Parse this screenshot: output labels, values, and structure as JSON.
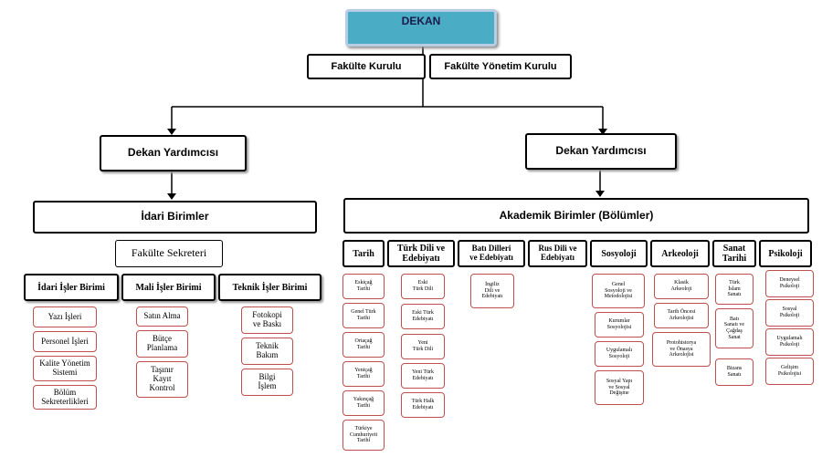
{
  "top": {
    "dekan": "DEKAN",
    "kurul": "Fakülte Kurulu",
    "yonetim_kurulu": "Fakülte Yönetim Kurulu"
  },
  "left": {
    "yardimci": "Dekan Yardımcısı",
    "idari": "İdari Birimler",
    "sekreter": "Fakülte Sekreteri",
    "units": [
      {
        "title": "İdari İşler Birimi",
        "items": [
          "Yazı İşleri",
          "Personel İşleri",
          "Kalite Yönetim\nSistemi",
          "Bölüm\nSekreterlikleri"
        ]
      },
      {
        "title": "Mali İşler Birimi",
        "items": [
          "Satın Alma",
          "Bütçe\nPlanlama",
          "Taşınır\nKayıt\nKontrol"
        ]
      },
      {
        "title": "Teknik İşler Birimi",
        "items": [
          "Fotokopi\nve Baskı",
          "Teknik\nBakım",
          "Bilgi\nİşlem"
        ]
      }
    ]
  },
  "right": {
    "yardimci": "Dekan Yardımcısı",
    "akademik": "Akademik Birimler (Bölümler)",
    "departments": [
      {
        "title": "Tarih",
        "items": [
          "Eskiçağ\nTarihi",
          "Genel Türk\nTarihi",
          "Ortaçağ\nTarihi",
          "Yeniçağ\nTarihi",
          "Yakınçağ\nTarihi",
          "Türkiye\nCumhuriyeti\nTarihi"
        ]
      },
      {
        "title": "Türk Dili ve\nEdebiyatı",
        "items": [
          "Eski\nTürk Dili",
          "Eski Türk\nEdebiyatı",
          "Yeni\nTürk Dili",
          "Yeni Türk\nEdebiyatı",
          "Türk Halk\nEdebiyatı"
        ]
      },
      {
        "title": "Batı Dilleri\nve Edebiyatı",
        "items": [
          "İngiliz\nDili ve\nEdebiyatı"
        ]
      },
      {
        "title": "Rus Dili ve\nEdebiyatı",
        "items": []
      },
      {
        "title": "Sosyoloji",
        "items": [
          "Genel\nSosyoloji ve\nMetodolojisi",
          "Kurumlar\nSosyolojisi",
          "Uygulamalı\nSosyoloji",
          "Sosyal Yapı\nve Sosyal\nDeğişme"
        ]
      },
      {
        "title": "Arkeoloji",
        "items": [
          "Klasik\nArkeoloji",
          "Tarih Öncesi\nArkeolojisi",
          "Protohistorya\nve Önasya\nArkeolojisi"
        ]
      },
      {
        "title": "Sanat\nTarihi",
        "items": [
          "Türk\nİslam\nSanatı",
          "Batı\nSanatı ve\nÇağdaş\nSanat",
          "Bizans\nSanatı"
        ]
      },
      {
        "title": "Psikoloji",
        "items": [
          "Deneysel\nPsikoloji",
          "Sosyal\nPsikoloji",
          "Uygulamalı\nPsikoloji",
          "Gelişim\nPsikolojisi"
        ]
      }
    ]
  },
  "colors": {
    "dekan_fill": "#4bacc6",
    "dekan_border": "#b8cce4",
    "sub_border": "#c0504d"
  }
}
